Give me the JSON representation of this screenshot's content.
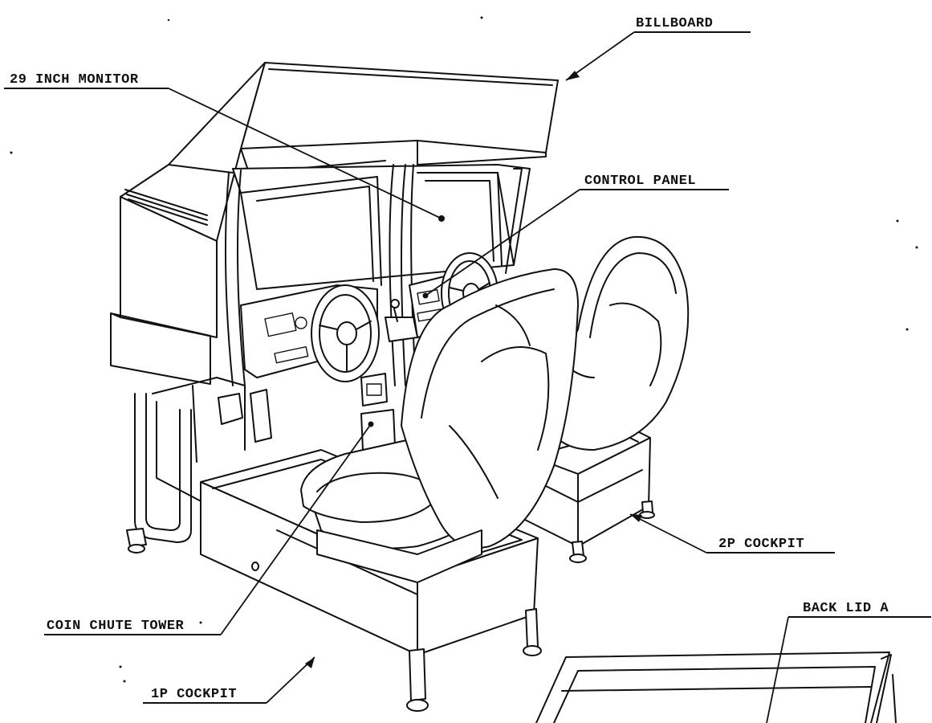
{
  "callouts": {
    "billboard": "BILLBOARD",
    "monitor": "29 INCH MONITOR",
    "control_panel": "CONTROL PANEL",
    "cockpit_2p": "2P COCKPIT",
    "coin_chute_tower": "COIN CHUTE TOWER",
    "cockpit_1p": "1P COCKPIT",
    "back_lid_a": "BACK LID A"
  }
}
